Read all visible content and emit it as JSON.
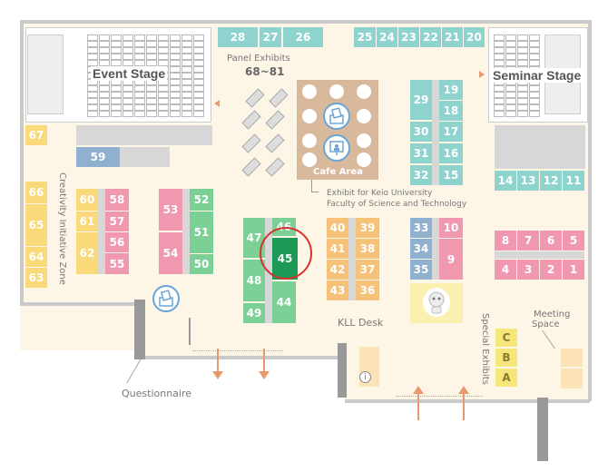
{
  "labels": {
    "event_stage": "Event Stage",
    "seminar_stage": "Seminar Stage",
    "panel_exhibits": "Panel Exhibits",
    "panel_range": "68~81",
    "cafe_area": "Cafe Area",
    "keio_exhibit_line1": "Exhibit for Keio University",
    "keio_exhibit_line2": "Faculty of Science and Technology",
    "kll_desk": "KLL Desk",
    "questionnaire": "Questionnaire",
    "meeting_space_line1": "Meeting",
    "meeting_space_line2": "Space",
    "special_exhibits": "Special Exhibits",
    "creativity_zone": "Creativity Initiative Zone"
  },
  "booths": {
    "b28": "28",
    "b27": "27",
    "b26": "26",
    "b25": "25",
    "b24": "24",
    "b23": "23",
    "b22": "22",
    "b21": "21",
    "b20": "20",
    "b67": "67",
    "b59": "59",
    "b66": "66",
    "b65": "65",
    "b64": "64",
    "b63": "63",
    "b60": "60",
    "b61": "61",
    "b62": "62",
    "b58": "58",
    "b57": "57",
    "b56": "56",
    "b55": "55",
    "b53": "53",
    "b54": "54",
    "b52": "52",
    "b51": "51",
    "b50": "50",
    "b47": "47",
    "b48": "48",
    "b49": "49",
    "b46": "46",
    "b45": "45",
    "b44": "44",
    "b40": "40",
    "b41": "41",
    "b42": "42",
    "b43": "43",
    "b39": "39",
    "b38": "38",
    "b37": "37",
    "b36": "36",
    "b33": "33",
    "b34": "34",
    "b35": "35",
    "b10": "10",
    "b9": "9",
    "b29": "29",
    "b30": "30",
    "b31": "31",
    "b32": "32",
    "b19": "19",
    "b18": "18",
    "b17": "17",
    "b16": "16",
    "b15": "15",
    "b14": "14",
    "b13": "13",
    "b12": "12",
    "b11": "11",
    "b8": "8",
    "b7": "7",
    "b6": "6",
    "b5": "5",
    "b4": "4",
    "b3": "3",
    "b2": "2",
    "b1": "1",
    "bC": "C",
    "bB": "B",
    "bA": "A"
  },
  "highlight": {
    "booth": "45",
    "color": "#d9302a"
  },
  "colors": {
    "highlight_booth": "#1a9a55",
    "floor": "#fdf5e6",
    "arrow": "#e89a6e"
  },
  "icons": [
    "ballot-box-icon",
    "presentation-icon",
    "robot-icon",
    "info-icon"
  ]
}
